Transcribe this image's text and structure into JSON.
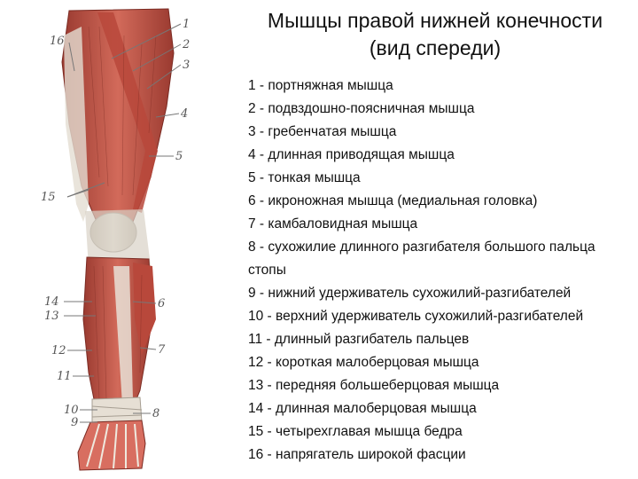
{
  "title": {
    "line1": "Мышцы правой нижней конечности",
    "line2": "(вид спереди)"
  },
  "legend": [
    "1 - портняжная мышца",
    "2 - подвздошно-поясничная мышца",
    "3 - гребенчатая мышца",
    "4 - длинная приводящая мышца",
    "5 - тонкая мышца",
    "6 - икроножная мышца (медиальная головка)",
    "7 - камбаловидная мышца",
    "8 - сухожилие длинного разгибателя большого пальца стопы",
    "9 - нижний удерживатель сухожилий-разгибателей",
    "10 - верхний удерживатель сухожилий-разгибателей",
    "11 - длинный разгибатель пальцев",
    "12 - короткая малоберцовая мышца",
    "13 - передняя большеберцовая мышца",
    "14 - длинная малоберцовая мышца",
    "15 - четырехглавая мышца бедра",
    "16 - напрягатель широкой фасции"
  ],
  "figure_numbers": {
    "n1": "1",
    "n2": "2",
    "n3": "3",
    "n4": "4",
    "n5": "5",
    "n6": "6",
    "n7": "7",
    "n8": "8",
    "n9": "9",
    "n10": "10",
    "n11": "11",
    "n12": "12",
    "n13": "13",
    "n14": "14",
    "n15": "15",
    "n16": "16"
  },
  "colors": {
    "muscle": "#c4574a",
    "muscle_dark": "#8e2f28",
    "muscle_light": "#e08b7c",
    "tendon": "#d9d2c6",
    "leader": "#777777"
  }
}
